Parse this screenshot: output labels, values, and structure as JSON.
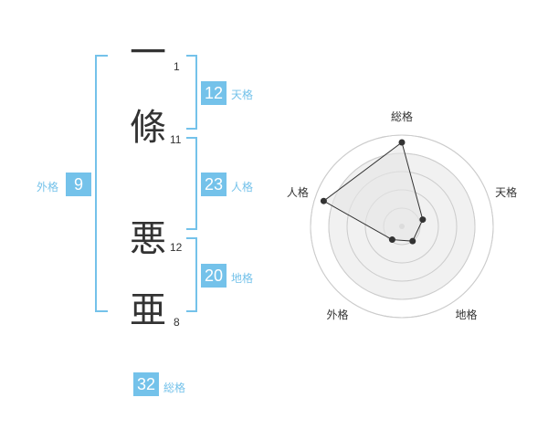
{
  "characters": [
    {
      "char": "一",
      "strokes": "1"
    },
    {
      "char": "條",
      "strokes": "11"
    },
    {
      "char": "悪",
      "strokes": "12"
    },
    {
      "char": "亜",
      "strokes": "8"
    }
  ],
  "kakusu": {
    "tenkaku": {
      "value": "12",
      "label": "天格"
    },
    "jinkaku": {
      "value": "23",
      "label": "人格"
    },
    "chikaku": {
      "value": "20",
      "label": "地格"
    },
    "gaikaku": {
      "value": "9",
      "label": "外格"
    },
    "soukaku": {
      "value": "32",
      "label": "総格"
    }
  },
  "chart_data": {
    "type": "radar",
    "axes": [
      "総格",
      "天格",
      "地格",
      "外格",
      "人格"
    ],
    "values": [
      4.6,
      1.2,
      1.0,
      0.9,
      4.5
    ],
    "max": 5,
    "rings": 5,
    "colors": {
      "accent": "#74c2ea",
      "fill": "#eeeeee",
      "line": "#333333",
      "grid": "#cccccc"
    }
  }
}
